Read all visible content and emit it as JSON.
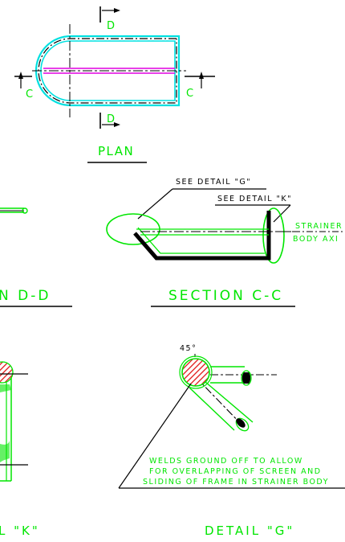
{
  "drawing": {
    "colors": {
      "black": "#000000",
      "green": "#00e600",
      "cyan": "#00e0e0",
      "magenta": "#e000e0",
      "red": "#e01010"
    },
    "plan": {
      "title": "PLAN",
      "marker_d": "D",
      "marker_c": "C"
    },
    "section_d": {
      "title_fragment": "N D-D"
    },
    "section_c": {
      "title": "SECTION C-C",
      "see_detail_g": "SEE DETAIL \"G\"",
      "see_detail_k": "SEE DETAIL \"K\"",
      "strainer_line1": "STRAINER",
      "strainer_line2": "BODY AXI"
    },
    "detail_k": {
      "title_fragment": "L \"K\""
    },
    "detail_g": {
      "title": "DETAIL \"G\"",
      "angle": "45°",
      "note_line1": "WELDS GROUND OFF TO ALLOW",
      "note_line2": "FOR OVERLAPPING OF SCREEN AND",
      "note_line3": "SLIDING OF FRAME IN STRAINER BODY"
    }
  }
}
